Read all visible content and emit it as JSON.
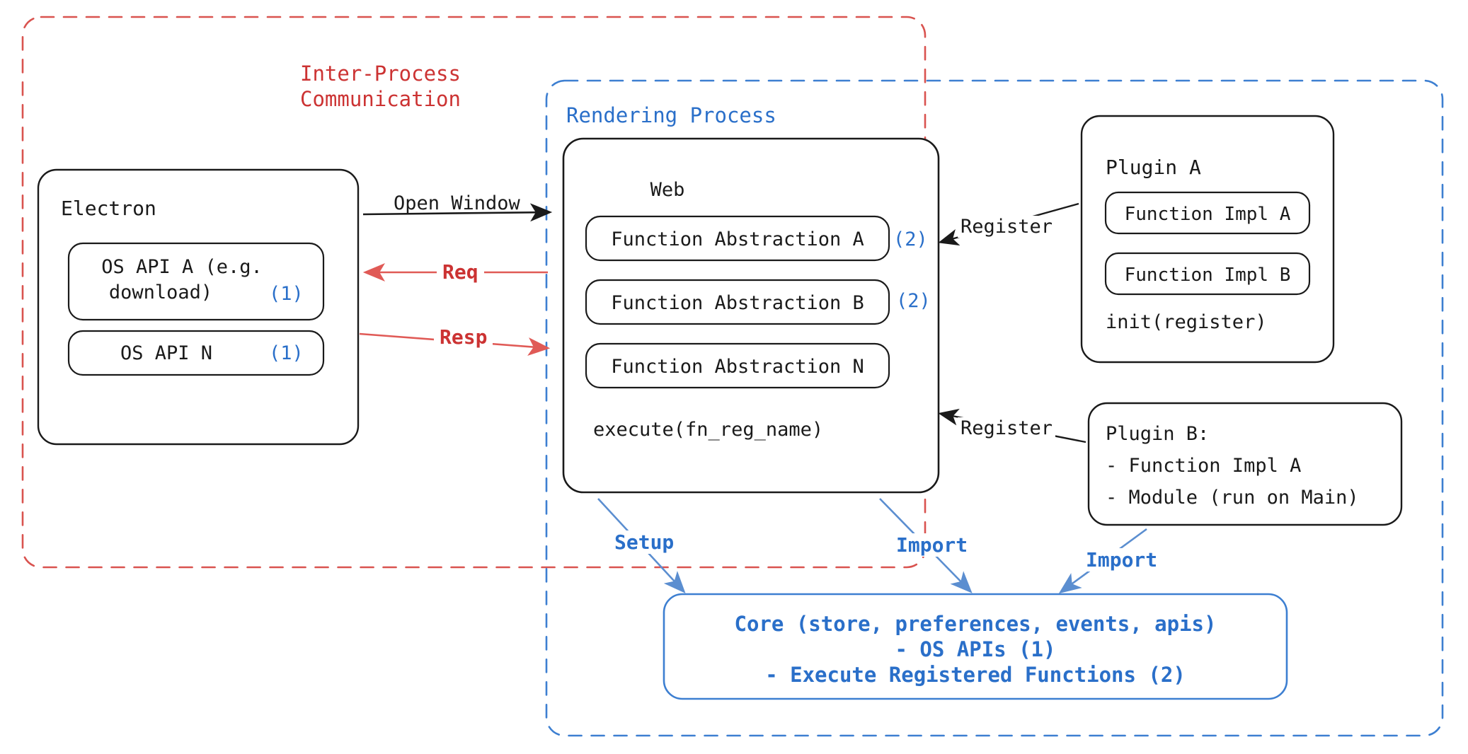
{
  "diagram": {
    "title_omitted": true,
    "colors": {
      "ipc_red": "#cc3333",
      "process_blue": "#2a6fc9",
      "core_blue": "#2f6fc0",
      "node_stroke": "#1a1a1a",
      "background": "#ffffff"
    },
    "containers": {
      "ipc": {
        "label_line1": "Inter-Process",
        "label_line2": "Communication",
        "style": "dashed",
        "color": "#cc3333"
      },
      "rendering": {
        "label": "Rendering Process",
        "style": "dashed",
        "color": "#2a6fc9"
      }
    },
    "electron": {
      "title": "Electron",
      "apis": [
        {
          "line1": "OS API A (e.g.",
          "line2": "download)",
          "marker": "(1)"
        },
        {
          "line1": "OS API N",
          "line2": "",
          "marker": "(1)"
        }
      ]
    },
    "web": {
      "title": "Web",
      "abstractions": [
        {
          "label": "Function Abstraction A",
          "marker": "(2)"
        },
        {
          "label": "Function Abstraction B",
          "marker": "(2)"
        },
        {
          "label": "Function Abstraction N",
          "marker": ""
        }
      ],
      "footer": "execute(fn_reg_name)"
    },
    "plugin_a": {
      "title": "Plugin A",
      "impls": [
        "Function Impl A",
        "Function Impl B"
      ],
      "footer": "init(register)"
    },
    "plugin_b": {
      "title": "Plugin B:",
      "items": [
        "- Function Impl A",
        "- Module (run on Main)"
      ]
    },
    "core": {
      "line1": "Core (store, preferences, events, apis)",
      "line2": "- OS APIs (1)",
      "line3": "- Execute Registered Functions (2)"
    },
    "edges": [
      {
        "name": "open-window",
        "label": "Open Window",
        "color": "#1a1a1a"
      },
      {
        "name": "req",
        "label": "Req",
        "color": "#cc3333"
      },
      {
        "name": "resp",
        "label": "Resp",
        "color": "#cc3333"
      },
      {
        "name": "register-a",
        "label": "Register",
        "color": "#1a1a1a"
      },
      {
        "name": "register-b",
        "label": "Register",
        "color": "#1a1a1a"
      },
      {
        "name": "setup",
        "label": "Setup",
        "color": "#2a6fc9"
      },
      {
        "name": "import-web",
        "label": "Import",
        "color": "#2a6fc9"
      },
      {
        "name": "import-plugin",
        "label": "Import",
        "color": "#2a6fc9"
      }
    ]
  }
}
